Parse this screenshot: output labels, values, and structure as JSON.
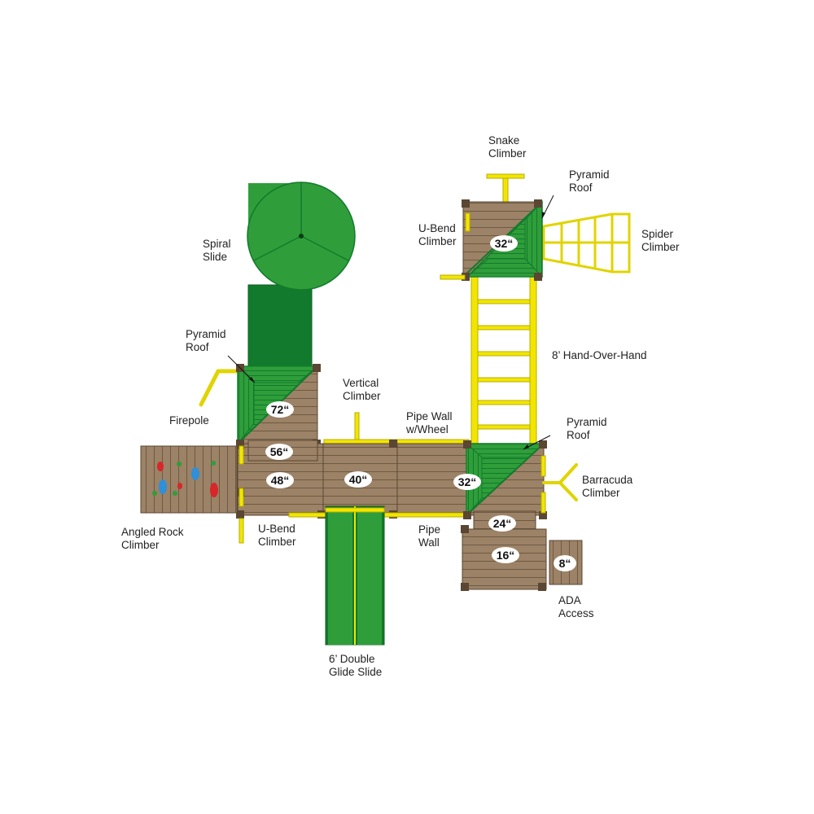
{
  "labels": {
    "snake_climber": [
      "Snake",
      "Climber"
    ],
    "pyramid_roof_top": [
      "Pyramid",
      "Roof"
    ],
    "u_bend_top": [
      "U-Bend",
      "Climber"
    ],
    "spider_climber": [
      "Spider",
      "Climber"
    ],
    "spiral_slide": [
      "Spiral",
      "Slide"
    ],
    "pyramid_roof_left": [
      "Pyramid",
      "Roof"
    ],
    "hand_over_hand": [
      "8’ Hand-Over-Hand"
    ],
    "vertical_climber": [
      "Vertical",
      "Climber"
    ],
    "firepole": [
      "Firepole"
    ],
    "pipe_wall_wheel": [
      "Pipe Wall",
      "w/Wheel"
    ],
    "pyramid_roof_right": [
      "Pyramid",
      "Roof"
    ],
    "barracuda_climber": [
      "Barracuda",
      "Climber"
    ],
    "angled_rock_climber": [
      "Angled Rock",
      "Climber"
    ],
    "u_bend_bottom": [
      "U-Bend",
      "Climber"
    ],
    "pipe_wall": [
      "Pipe",
      "Wall"
    ],
    "ada_access": [
      "ADA",
      "Access"
    ],
    "double_glide_slide": [
      "6’ Double",
      "Glide Slide"
    ]
  },
  "heights": {
    "top_tower": "32“",
    "left_tower": "72“",
    "left_step": "56“",
    "left_deck": "48“",
    "center_deck": "40“",
    "right_tower": "32“",
    "right_step": "24“",
    "lower_deck": "16“",
    "ada_step": "8“"
  },
  "colors": {
    "wood": "#9c8266",
    "wood_line": "#6e5a44",
    "post": "#5a4632",
    "green": "#2f9e3a",
    "green_dark": "#127a2c",
    "yellow": "#f2e600",
    "yellow_stroke": "#b8ad00"
  }
}
